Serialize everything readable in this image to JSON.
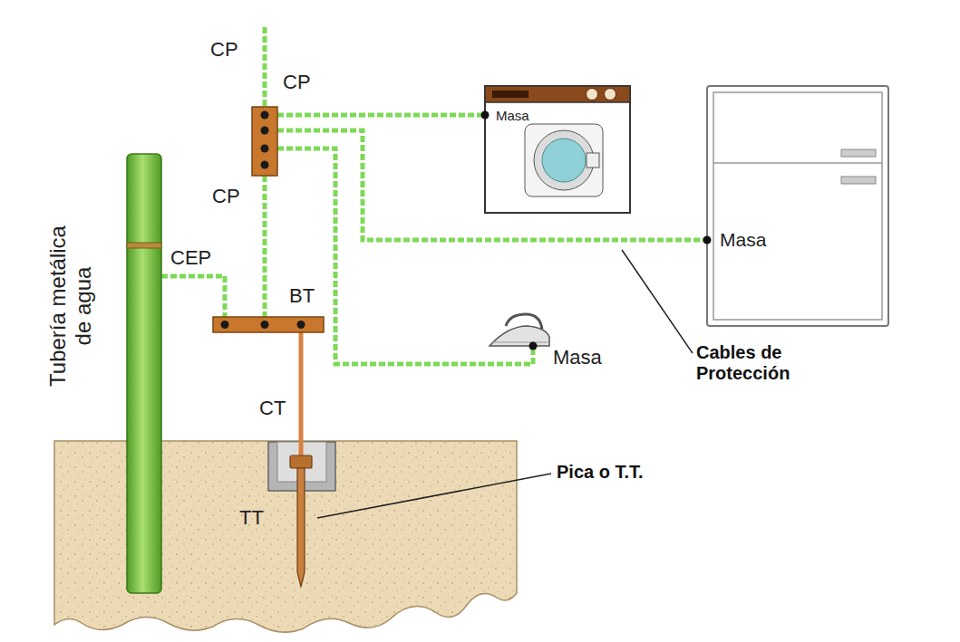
{
  "diagram": {
    "nodes": [
      {
        "text": [
          "CP"
        ]
      },
      {
        "text": [
          "Masa"
        ]
      },
      {
        "text": [
          "Masa"
        ]
      },
      {
        "text": [
          "Tubería metálica de agua"
        ]
      },
      {
        "text": [
          "BT"
        ]
      },
      {
        "text": [
          "Masa"
        ]
      },
      {
        "text": [
          "TT"
        ]
      }
    ],
    "edges": [
      {
        "from": 0,
        "to": 1,
        "arrow": "none"
      },
      {
        "from": 0,
        "to": 2,
        "arrow": "none"
      },
      {
        "from": 0,
        "to": 5,
        "arrow": "none"
      },
      {
        "from": 0,
        "to": 4,
        "label": "CP",
        "arrow": "none"
      },
      {
        "from": 3,
        "to": 4,
        "label": "CEP",
        "arrow": "none"
      },
      {
        "from": 4,
        "to": 6,
        "label": "CT",
        "arrow": "none"
      }
    ],
    "labels": [
      "CP",
      "Cables de Protección",
      "Pica o T.T."
    ]
  }
}
